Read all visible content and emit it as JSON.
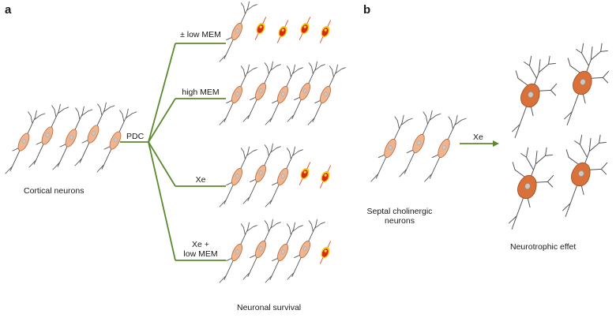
{
  "panel_a": {
    "letter": "a",
    "source_label": "Cortical neurons",
    "trunk_label": "PDC",
    "branches": [
      {
        "label_line1": "± low MEM",
        "label_line2": "",
        "pattern": [
          1,
          0,
          0,
          0,
          0
        ]
      },
      {
        "label_line1": "high MEM",
        "label_line2": "",
        "pattern": [
          1,
          1,
          1,
          1,
          1
        ]
      },
      {
        "label_line1": "Xe",
        "label_line2": "",
        "pattern": [
          1,
          1,
          1,
          0,
          0
        ]
      },
      {
        "label_line1": "Xe +",
        "label_line2": "low MEM",
        "pattern": [
          1,
          1,
          1,
          1,
          0
        ]
      }
    ],
    "bottom_label": "Neuronal survival"
  },
  "panel_b": {
    "letter": "b",
    "source_label_line1": "Septal cholinergic",
    "source_label_line2": "neurons",
    "arrow_label": "Xe",
    "result_label": "Neurotrophic effet"
  },
  "colors": {
    "line_green": "#5b8a2e",
    "neuron_fill": "#f0b48e",
    "neuron_edge": "#b5683a",
    "trophic_fill": "#d9713a",
    "nucleus": "#c9c9c9",
    "dying_core": "#d42d10",
    "dying_glow": "#f6c400",
    "dendrite": "#555555"
  }
}
